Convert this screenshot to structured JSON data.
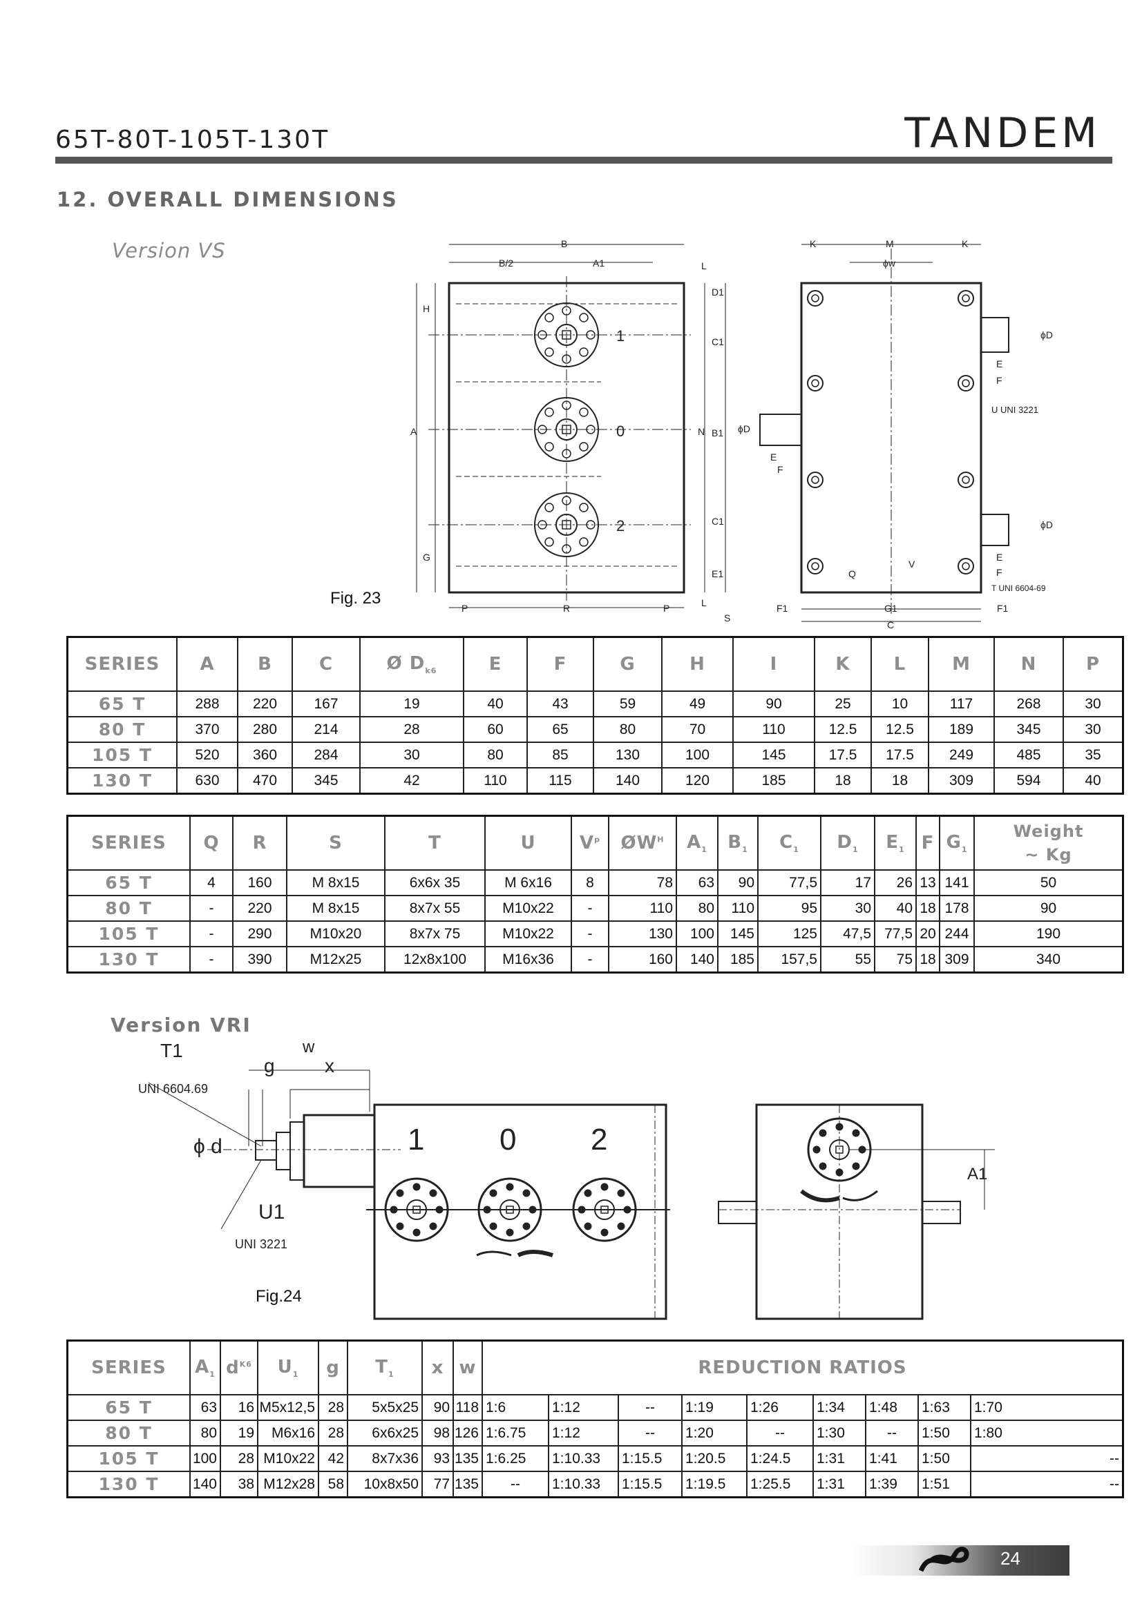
{
  "header": {
    "left": "65T-80T-105T-130T",
    "right": "TANDEM"
  },
  "section_title": "12. OVERALL DIMENSIONS",
  "version_vs": "Version VS",
  "version_vri": "Version VRI",
  "fig23": "Fig. 23",
  "fig24": "Fig.24",
  "table1": {
    "headers": [
      "SERIES",
      "A",
      "B",
      "C",
      "Ø D",
      "E",
      "F",
      "G",
      "H",
      "I",
      "K",
      "L",
      "M",
      "N",
      "P"
    ],
    "rows": [
      [
        "65 T",
        "288",
        "220",
        "167",
        "19",
        "40",
        "43",
        "59",
        "49",
        "90",
        "25",
        "10",
        "117",
        "268",
        "30"
      ],
      [
        "80 T",
        "370",
        "280",
        "214",
        "28",
        "60",
        "65",
        "80",
        "70",
        "110",
        "12.5",
        "12.5",
        "189",
        "345",
        "30"
      ],
      [
        "105 T",
        "520",
        "360",
        "284",
        "30",
        "80",
        "85",
        "130",
        "100",
        "145",
        "17.5",
        "17.5",
        "249",
        "485",
        "35"
      ],
      [
        "130 T",
        "630",
        "470",
        "345",
        "42",
        "110",
        "115",
        "140",
        "120",
        "185",
        "18",
        "18",
        "309",
        "594",
        "40"
      ]
    ]
  },
  "table2": {
    "headers": [
      "SERIES",
      "Q",
      "R",
      "S",
      "T",
      "U",
      "V",
      "ØW",
      "A",
      "B",
      "C",
      "D",
      "E",
      "F",
      "G",
      "Weight",
      "~ Kg"
    ],
    "rows": [
      [
        "65 T",
        "4",
        "160",
        "M 8x15",
        "6x6x 35",
        "M 6x16",
        "8",
        "78",
        "63",
        "90",
        "77,5",
        "17",
        "26",
        "13",
        "141",
        "50"
      ],
      [
        "80 T",
        "-",
        "220",
        "M 8x15",
        "8x7x 55",
        "M10x22",
        "-",
        "110",
        "80",
        "110",
        "95",
        "30",
        "40",
        "18",
        "178",
        "90"
      ],
      [
        "105 T",
        "-",
        "290",
        "M10x20",
        "8x7x 75",
        "M10x22",
        "-",
        "130",
        "100",
        "145",
        "125",
        "47,5",
        "77,5",
        "20",
        "244",
        "190"
      ],
      [
        "130 T",
        "-",
        "390",
        "M12x25",
        "12x8x100",
        "M16x36",
        "-",
        "160",
        "140",
        "185",
        "157,5",
        "55",
        "75",
        "18",
        "309",
        "340"
      ]
    ]
  },
  "table3": {
    "headers": [
      "SERIES",
      "A",
      "d",
      "U",
      "g",
      "T",
      "x",
      "w",
      "REDUCTION RATIOS"
    ],
    "rows": [
      [
        "65 T",
        "63",
        "16",
        "M5x12,5",
        "28",
        "5x5x25",
        "90",
        "118",
        "1:6",
        "1:12",
        "--",
        "1:19",
        "1:26",
        "1:34",
        "1:48",
        "1:63",
        "1:70"
      ],
      [
        "80 T",
        "80",
        "19",
        "M6x16",
        "28",
        "6x6x25",
        "98",
        "126",
        "1:6.75",
        "1:12",
        "--",
        "1:20",
        "--",
        "1:30",
        "--",
        "1:50",
        "1:80"
      ],
      [
        "105 T",
        "100",
        "28",
        "M10x22",
        "42",
        "8x7x36",
        "93",
        "135",
        "1:6.25",
        "1:10.33",
        "1:15.5",
        "1:20.5",
        "1:24.5",
        "1:31",
        "1:41",
        "1:50",
        "--"
      ],
      [
        "130 T",
        "140",
        "38",
        "M12x28",
        "58",
        "10x8x50",
        "77",
        "135",
        "--",
        "1:10.33",
        "1:15.5",
        "1:19.5",
        "1:25.5",
        "1:31",
        "1:39",
        "1:51",
        "--"
      ]
    ]
  },
  "page_number": "24"
}
